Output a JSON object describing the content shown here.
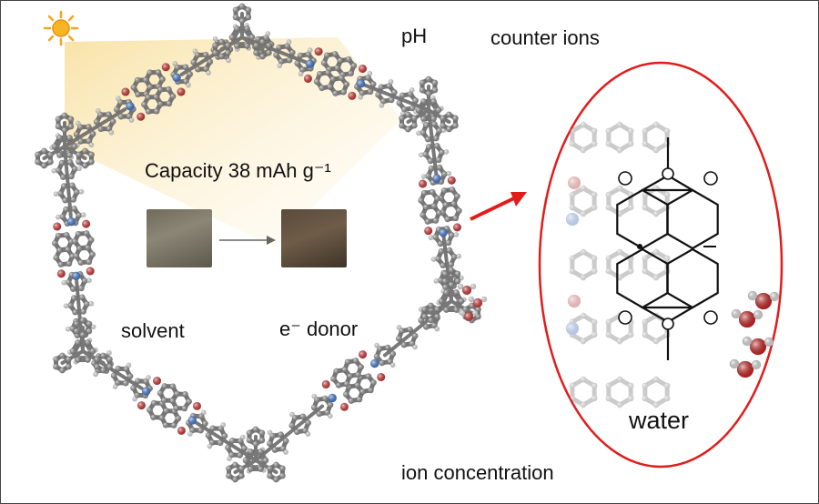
{
  "labels": {
    "ph": "pH",
    "counter_ions": "counter ions",
    "capacity": "Capacity 38 mAh g⁻¹",
    "solvent": "solvent",
    "donor": "e⁻ donor",
    "ion_concentration": "ion concentration",
    "water": "water"
  },
  "colors": {
    "carbon": "#8a8a8a",
    "oxygen": "#d42020",
    "nitrogen": "#2f6fd8",
    "hydrogen": "#e9e9e9",
    "zoom": "#e21b1b",
    "sun": "#f7a31b"
  },
  "icons": [
    "sun-icon",
    "arrow-icon",
    "zoom-arrow-icon"
  ]
}
